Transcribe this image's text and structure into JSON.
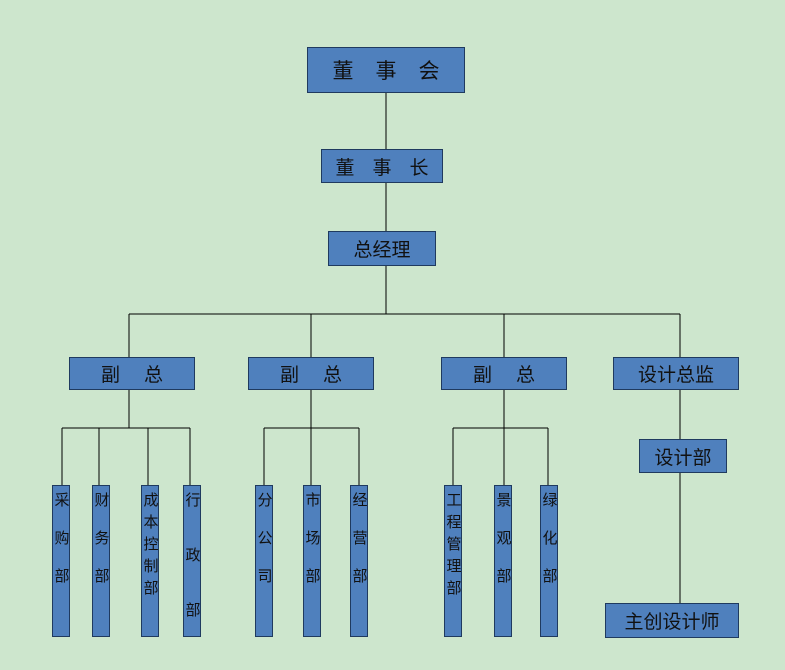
{
  "board": "董事会",
  "chairman": "董事长",
  "gm": "总经理",
  "vp1": {
    "title": "副总",
    "depts": [
      "采购部",
      "财务部",
      "成本控制部",
      "行政部"
    ]
  },
  "vp2": {
    "title": "副总",
    "depts": [
      "分公司",
      "市场部",
      "经营部"
    ]
  },
  "vp3": {
    "title": "副总",
    "depts": [
      "工程管理部",
      "景观部",
      "绿化部"
    ]
  },
  "design": {
    "director": "设计总监",
    "dept": "设计部",
    "lead": "主创设计师"
  },
  "colors": {
    "background": "#cde6cd",
    "box_fill": "#4f80bd",
    "box_border": "#1f3a5f",
    "line": "#000000"
  }
}
